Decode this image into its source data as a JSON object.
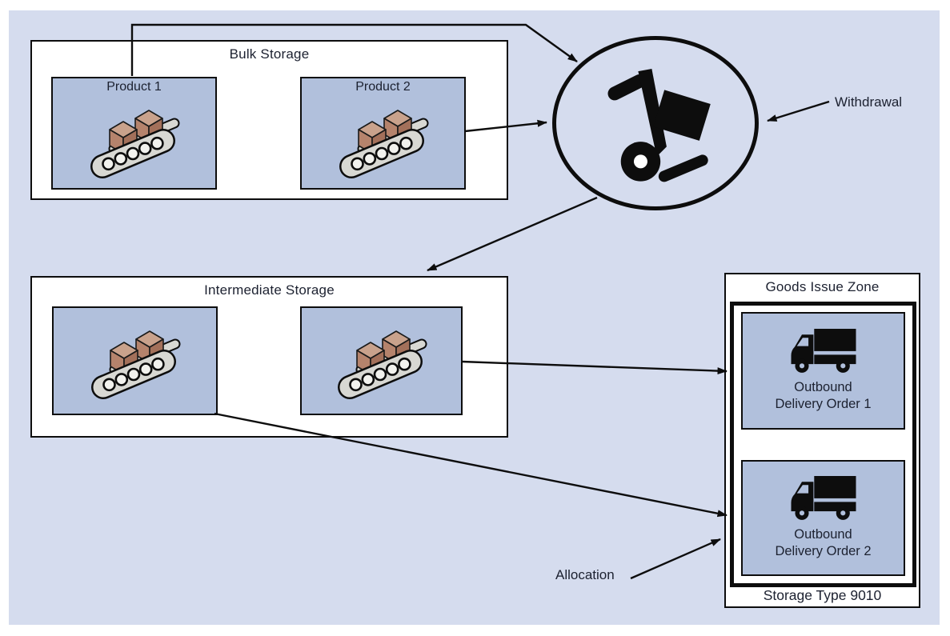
{
  "diagram": {
    "bulk_storage": {
      "title": "Bulk Storage",
      "products": [
        {
          "label": "Product 1"
        },
        {
          "label": "Product 2"
        }
      ]
    },
    "intermediate_storage": {
      "title": "Intermediate Storage"
    },
    "goods_issue_zone": {
      "title": "Goods Issue Zone",
      "storage_type_label": "Storage Type 9010",
      "orders": [
        {
          "line1": "Outbound",
          "line2": "Delivery Order 1"
        },
        {
          "line1": "Outbound",
          "line2": "Delivery Order 2"
        }
      ]
    },
    "annotations": {
      "withdrawal": "Withdrawal",
      "allocation": "Allocation"
    },
    "icons": {
      "conveyor": "conveyor-belt-with-boxes-icon",
      "hand_truck": "hand-truck-icon",
      "delivery_truck": "delivery-truck-icon"
    },
    "colors": {
      "panel_background": "#d5dcee",
      "unit_box_blue": "#b1c0dc",
      "outline_black": "#0d0d0d",
      "cube_top": "#c9a28c",
      "cube_front": "#b5836c",
      "cube_side": "#a3705a",
      "belt_gray": "#d8d8d3"
    }
  }
}
